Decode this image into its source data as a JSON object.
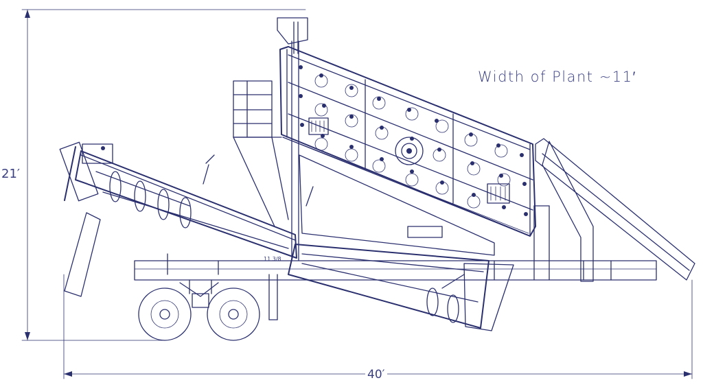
{
  "labels": {
    "plant_width": "Width of Plant ~11′",
    "height_dimension": "21′",
    "length_dimension": "40′",
    "small_annotation": "11 3/8"
  },
  "colors": {
    "ink": "#2a2f6e",
    "paper": "#ffffff"
  }
}
